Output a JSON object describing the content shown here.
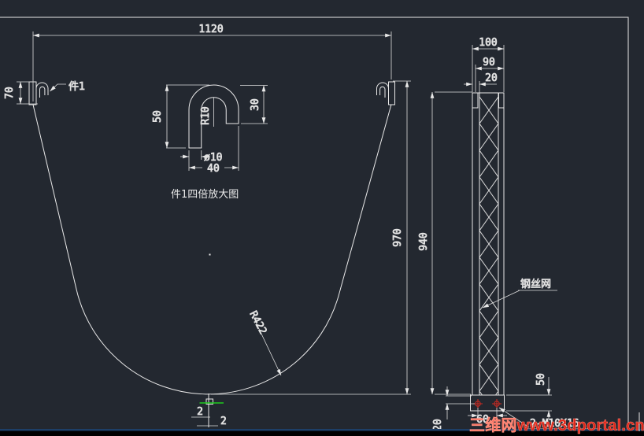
{
  "colors": {
    "background": "#232830",
    "line": "#e9e9e9",
    "hole_red": "#cf2a22",
    "selection_green": "#1ecb1e",
    "watermark_red": "#df2519",
    "bottom_blue": "#1d3f68"
  },
  "front_view": {
    "width_dim": "1120",
    "hook_height_dim": "70",
    "part_callout": "件1",
    "outer_height_dim": "970",
    "frame_height_dim": "940",
    "radius_dim": "R422",
    "bottom_offset_dim_a": "2",
    "bottom_offset_dim_b": "2"
  },
  "detail_view": {
    "leg_dim": "50",
    "short_leg_dim": "30",
    "inner_radius_dim": "R10",
    "tube_diameter_dim": "ø10",
    "width_dim": "40",
    "caption": "件1四倍放大图"
  },
  "side_view": {
    "top_width_dim": "100",
    "inner_width_dim": "90",
    "wall_dim": "20",
    "plate_height_dim": "50",
    "hole_offset_dim": "20",
    "hole_spacing_dim": "60",
    "mesh_label": "钢丝网",
    "hole_callout": "2-M10X16"
  },
  "watermark": {
    "text": "三维网www.3dportal.cn"
  }
}
